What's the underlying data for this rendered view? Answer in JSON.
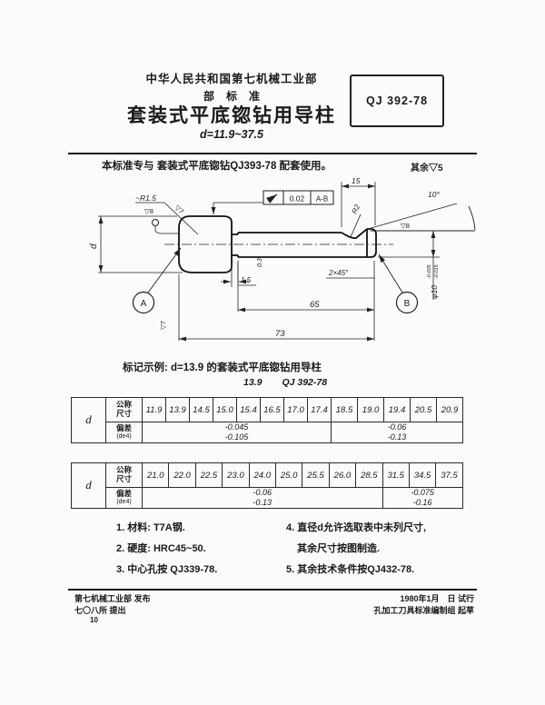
{
  "header": {
    "ministry": "中华人民共和国第七机械工业部",
    "standard_type": "部标准",
    "title": "套装式平底锪钻用导柱",
    "subtitle": "d=11.9~37.5",
    "standard_no": "QJ 392-78"
  },
  "intro": {
    "text": "本标准专与 套装式平底锪钻QJ393-78 配套使用。",
    "surface_note": "其余▽5"
  },
  "drawing": {
    "r1_5": "~R1.5",
    "v7_upper": "▽7",
    "v8_head": "▽8",
    "dim_d": "d",
    "datum_a": "A",
    "tol_value": "0.02",
    "tol_datums": "A-B",
    "dim_15": "15",
    "r2": "R2",
    "angle_10": "10°",
    "v8_shaft": "▽8",
    "dim_0_3": "0.3",
    "dim_1_5": "1.5",
    "chamfer": "2×45°",
    "dim_65": "65",
    "dim_73": "73",
    "v7_lower": "▽7",
    "datum_b": "B",
    "shaft_dia": "φ10",
    "shaft_tol_upper": "-0.005",
    "shaft_tol_lower": "-0.015"
  },
  "example": {
    "line1": "标记示例: d=13.9 的套装式平底锪钻用导柱",
    "line2_size": "13.9",
    "line2_std": "QJ 392-78"
  },
  "tables": [
    {
      "dim": "d",
      "size_label_1": "公称",
      "size_label_2": "尺寸",
      "dev_label_1": "偏差",
      "dev_label_2": "(de4)",
      "sizes": [
        "11.9",
        "13.9",
        "14.5",
        "15.0",
        "15.4",
        "16.5",
        "17.0",
        "17.4",
        "18.5",
        "19.0",
        "19.4",
        "20.5",
        "20.9"
      ],
      "dev_groups": [
        {
          "upper": "-0.045",
          "lower": "-0.105"
        },
        {
          "upper": "-0.06",
          "lower": "-0.13"
        }
      ]
    },
    {
      "dim": "d",
      "size_label_1": "公称",
      "size_label_2": "尺寸",
      "dev_label_1": "偏差",
      "dev_label_2": "(de4)",
      "sizes": [
        "21.0",
        "22.0",
        "22.5",
        "23.0",
        "24.0",
        "25.0",
        "25.5",
        "26.0",
        "28.5",
        "31.5",
        "34.5",
        "37.5"
      ],
      "dev_groups": [
        {
          "upper": "-0.06",
          "lower": "-0.13"
        },
        {
          "upper": "-0.075",
          "lower": "-0.16"
        }
      ]
    }
  ],
  "notes": {
    "left": [
      "1. 材料: T7A钢.",
      "2. 硬度: HRC45~50.",
      "3. 中心孔按 QJ339-78."
    ],
    "right": [
      "4. 直径d允许选取表中未列尺寸,",
      "其余尺寸按图制造.",
      "5. 其余技术条件按QJ432-78."
    ]
  },
  "footer": {
    "issue": "第七机械工业部  发布",
    "propose": "七〇八所  提出",
    "page_no": "10",
    "date": "1980年1月　日 试行",
    "draft": "孔加工刀具标准编制组  起草"
  }
}
